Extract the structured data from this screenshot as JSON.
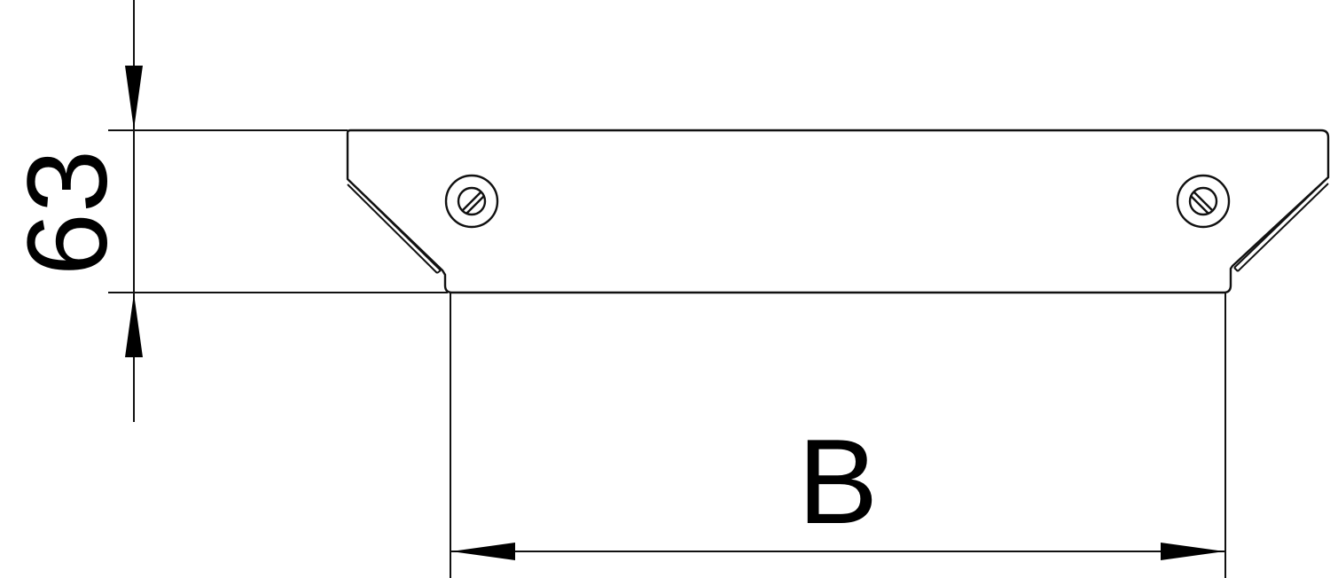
{
  "drawing": {
    "type": "technical dimension drawing",
    "subject": "cable tray end cover / fitting (front view)",
    "colors": {
      "line": "#111111",
      "background": "#ffffff"
    }
  },
  "dimensions": {
    "height": {
      "label": "63",
      "orientation": "vertical"
    },
    "width": {
      "label": "B",
      "orientation": "horizontal"
    }
  },
  "screws": [
    {
      "id": "left",
      "type": "slotted screw"
    },
    {
      "id": "right",
      "type": "slotted screw"
    }
  ]
}
